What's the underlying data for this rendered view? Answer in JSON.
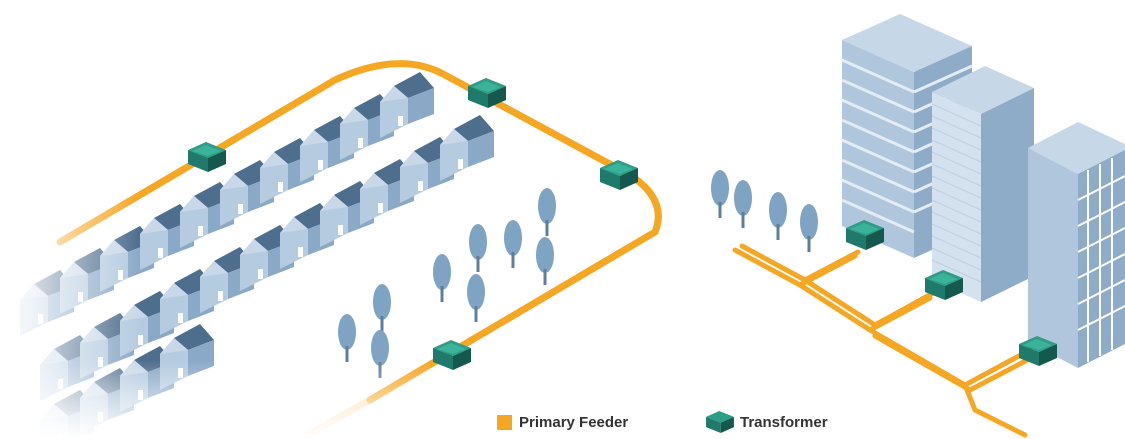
{
  "legend": {
    "primary_feeder": "Primary Feeder",
    "transformer": "Transformer"
  },
  "icons": {
    "feeder_swatch": "orange-square",
    "transformer_swatch": "green-box-icon"
  },
  "colors": {
    "feeder": "#F5A623",
    "transformer": "#1F7A6B",
    "house_roof": "#4E6E8E",
    "house_wall": "#9FBBD6",
    "building": "#A9C2DA",
    "tree": "#7FA3C2"
  }
}
